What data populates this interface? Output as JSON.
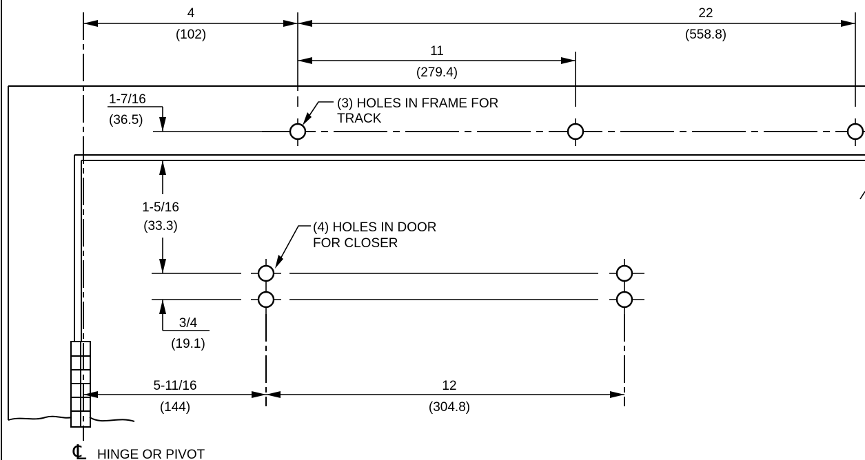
{
  "dimensions": {
    "hinge_to_first_frame_hole": {
      "imperial": "4",
      "metric": "(102)"
    },
    "first_to_last_frame_hole": {
      "imperial": "22",
      "metric": "(558.8)"
    },
    "first_to_middle_frame_hole": {
      "imperial": "11",
      "metric": "(279.4)"
    },
    "frame_holes_below_top": {
      "imperial": "1-7/16",
      "metric": "(36.5)"
    },
    "frame_stop_to_door_holes": {
      "imperial": "1-5/16",
      "metric": "(33.3)"
    },
    "door_hole_row_spacing": {
      "imperial": "3/4",
      "metric": "(19.1)"
    },
    "hinge_to_door_holes": {
      "imperial": "5-11/16",
      "metric": "(144)"
    },
    "door_hole_spacing": {
      "imperial": "12",
      "metric": "(304.8)"
    }
  },
  "notes": {
    "frame_holes": [
      "(3) HOLES IN FRAME FOR",
      "TRACK"
    ],
    "door_holes": [
      "(4) HOLES IN DOOR",
      "FOR CLOSER"
    ],
    "centerline_symbol": "℄",
    "hinge_label": "HINGE OR PIVOT"
  }
}
